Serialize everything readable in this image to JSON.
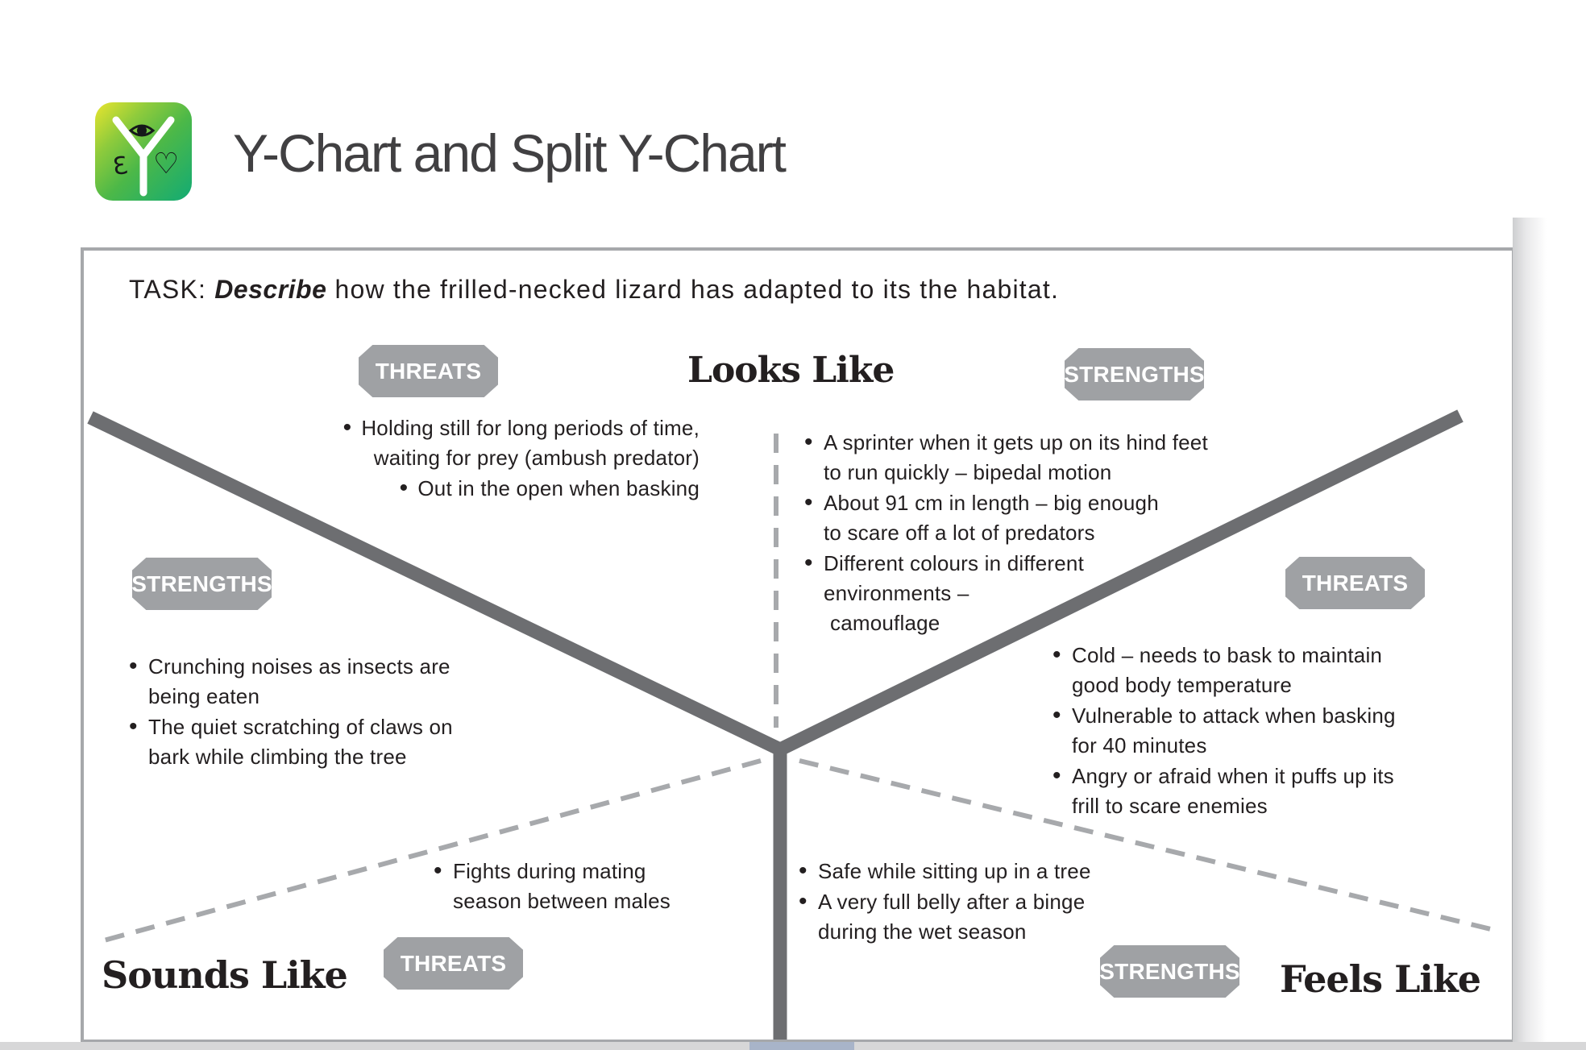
{
  "app": {
    "title": "Y-Chart and Split Y-Chart",
    "icon": {
      "eye": "eye-icon",
      "ear": "Ɛ",
      "heart": "♡"
    }
  },
  "task": {
    "label": "TASK: ",
    "verb": "Describe",
    "text": " how the frilled-necked lizard has adapted to its the habitat."
  },
  "badge_labels": {
    "threats": "THREATS",
    "strengths": "STRENGTHS"
  },
  "sections": {
    "looks": {
      "heading": "Looks Like",
      "threats_lines": [
        "Holding still for long periods of time,",
        "waiting for prey (ambush predator)",
        "Out in the open when basking"
      ],
      "strengths_lines": [
        "A sprinter when it gets up on its hind feet",
        "to run quickly – bipedal motion",
        "About 91 cm in length – big enough",
        "to scare off a lot of predators",
        "Different colours in different",
        "environments –",
        "camouflage"
      ]
    },
    "sounds": {
      "heading": "Sounds Like",
      "strengths_lines": [
        "Crunching noises as insects are",
        "being eaten",
        "The quiet scratching of claws on",
        "bark while climbing the tree"
      ],
      "threats_lines": [
        "Fights during mating",
        "season between males"
      ]
    },
    "feels": {
      "heading": "Feels Like",
      "threats_lines": [
        "Cold – needs to bask to maintain",
        "good body temperature",
        "Vulnerable to attack when basking",
        "for 40 minutes",
        "Angry or afraid when it puffs up its",
        "frill to scare enemies"
      ],
      "strengths_lines": [
        "Safe while sitting up in a tree",
        "A very full belly after a binge",
        "during the wet season"
      ]
    }
  },
  "colors": {
    "solid_line": "#6d6e71",
    "dashed_line": "#a7a9ac",
    "badge_gray": "#9fa1a4",
    "box_border": "#a6a8ab",
    "text": "#231f20",
    "title": "#414042",
    "icon_gradient": [
      "#e9e52e",
      "#4cb848",
      "#12ab74"
    ],
    "scroll_thumb": "#a8b4c9"
  }
}
